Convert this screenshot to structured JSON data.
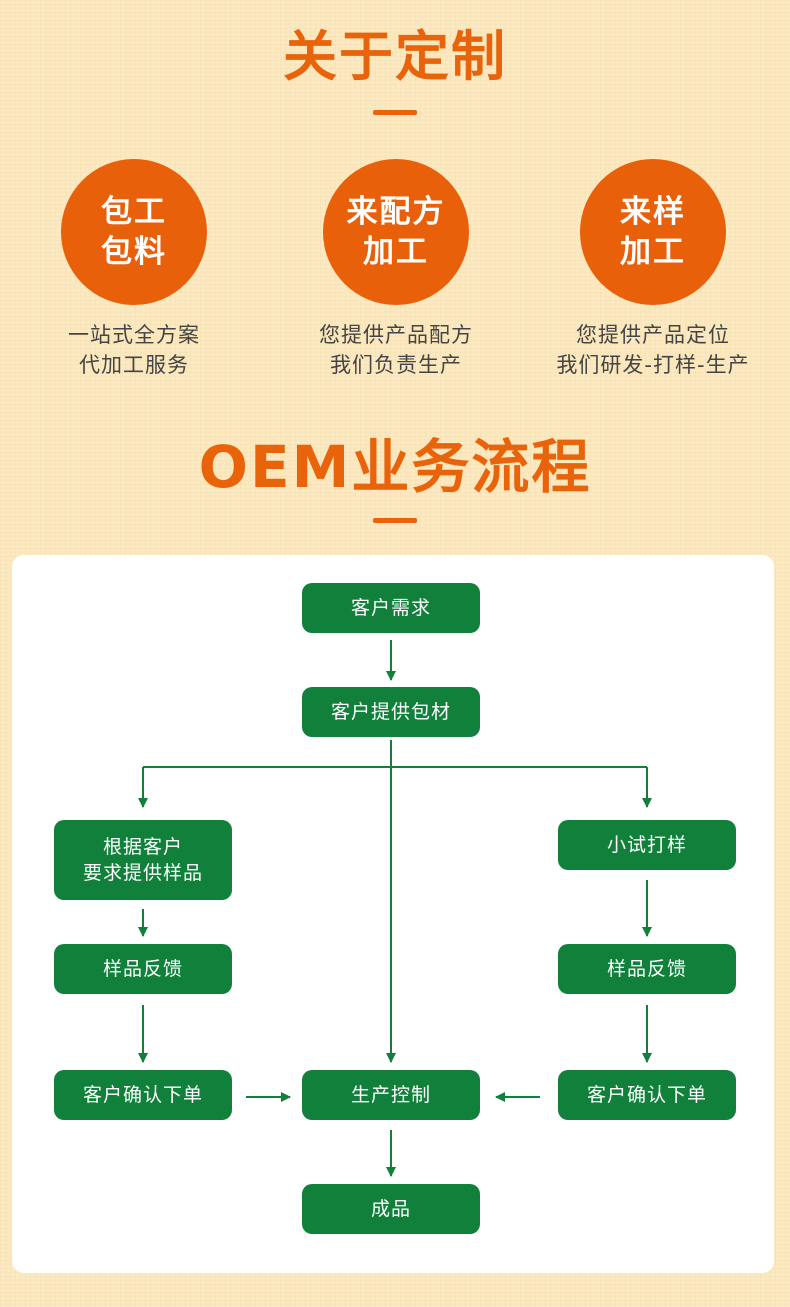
{
  "about": {
    "title": "关于定制",
    "items": [
      {
        "circle_line1": "包工",
        "circle_line2": "包料",
        "desc_line1": "一站式全方案",
        "desc_line2": "代加工服务"
      },
      {
        "circle_line1": "来配方",
        "circle_line2": "加工",
        "desc_line1": "您提供产品配方",
        "desc_line2": "我们负责生产"
      },
      {
        "circle_line1": "来样",
        "circle_line2": "加工",
        "desc_line1": "您提供产品定位",
        "desc_line2": "我们研发-打样-生产"
      }
    ]
  },
  "oem": {
    "title": "OEM业务流程",
    "steps": {
      "customer_demand": "客户需求",
      "customer_provides_packaging": "客户提供包材",
      "sample_by_request_line1": "根据客户",
      "sample_by_request_line2": "要求提供样品",
      "small_trial": "小试打样",
      "sample_feedback_left": "样品反馈",
      "sample_feedback_right": "样品反馈",
      "confirm_order_left": "客户确认下单",
      "confirm_order_right": "客户确认下单",
      "production_control": "生产控制",
      "finished_product": "成品"
    }
  },
  "colors": {
    "orange": "#e8630a",
    "green": "#10803a",
    "background": "#fbe7b9"
  }
}
